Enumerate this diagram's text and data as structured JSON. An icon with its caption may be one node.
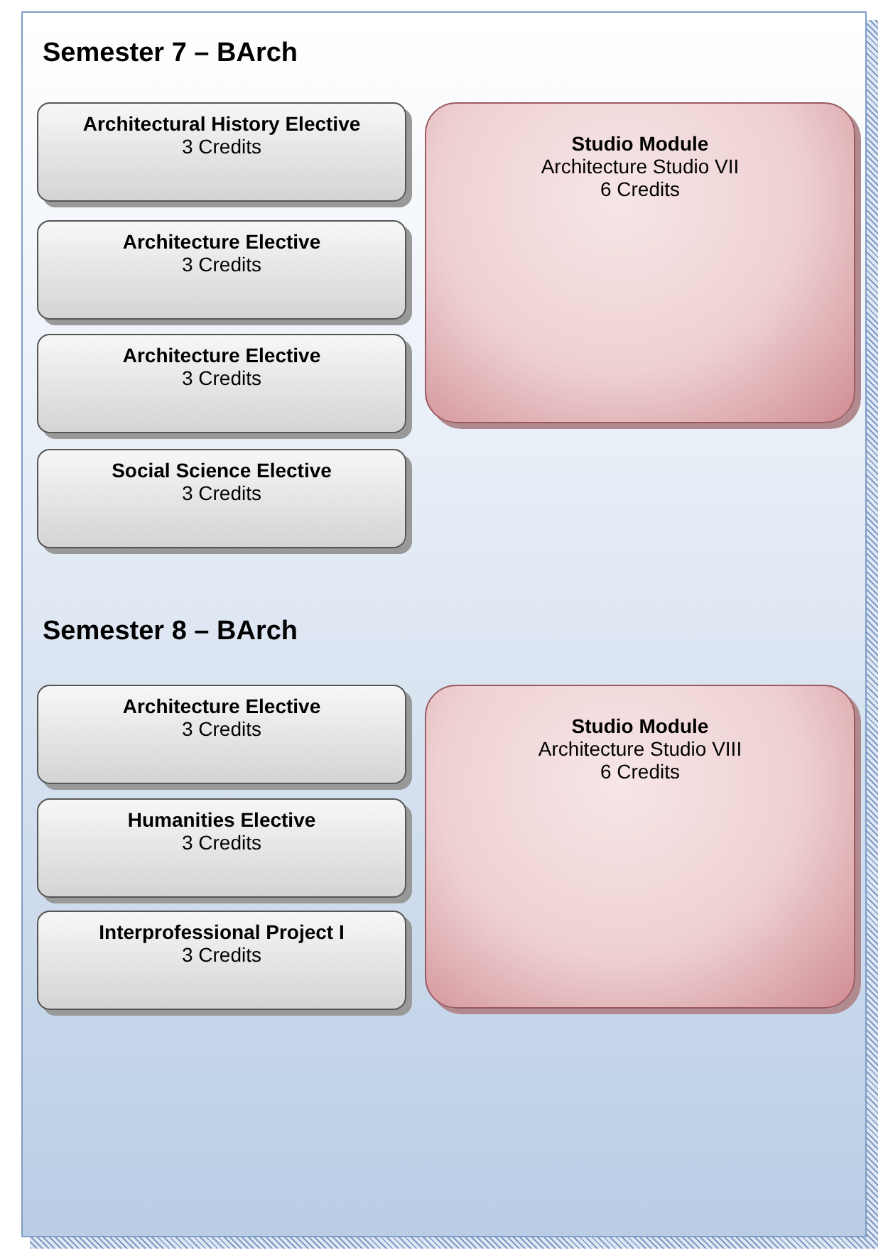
{
  "diagram": {
    "nodes": [
      {
        "text": [
          "Architectural History Elective",
          "3 Credits"
        ]
      },
      {
        "text": [
          "Architecture Elective",
          "3 Credits"
        ]
      },
      {
        "text": [
          "Architecture Elective",
          "3 Credits"
        ]
      },
      {
        "text": [
          "Social Science Elective",
          "3 Credits"
        ]
      },
      {
        "text": [
          "Studio Module",
          "Architecture Studio VII",
          "6 Credits"
        ]
      },
      {
        "text": [
          "Architecture Elective",
          "3 Credits"
        ]
      },
      {
        "text": [
          "Humanities Elective",
          "3 Credits"
        ]
      },
      {
        "text": [
          "Interprofessional Project I",
          "3 Credits"
        ]
      },
      {
        "text": [
          "Studio Module",
          "Architecture Studio VIII",
          "6 Credits"
        ]
      }
    ],
    "edges": [],
    "labels": [
      "Semester 7 – BArch",
      "Semester 8 – BArch"
    ]
  }
}
